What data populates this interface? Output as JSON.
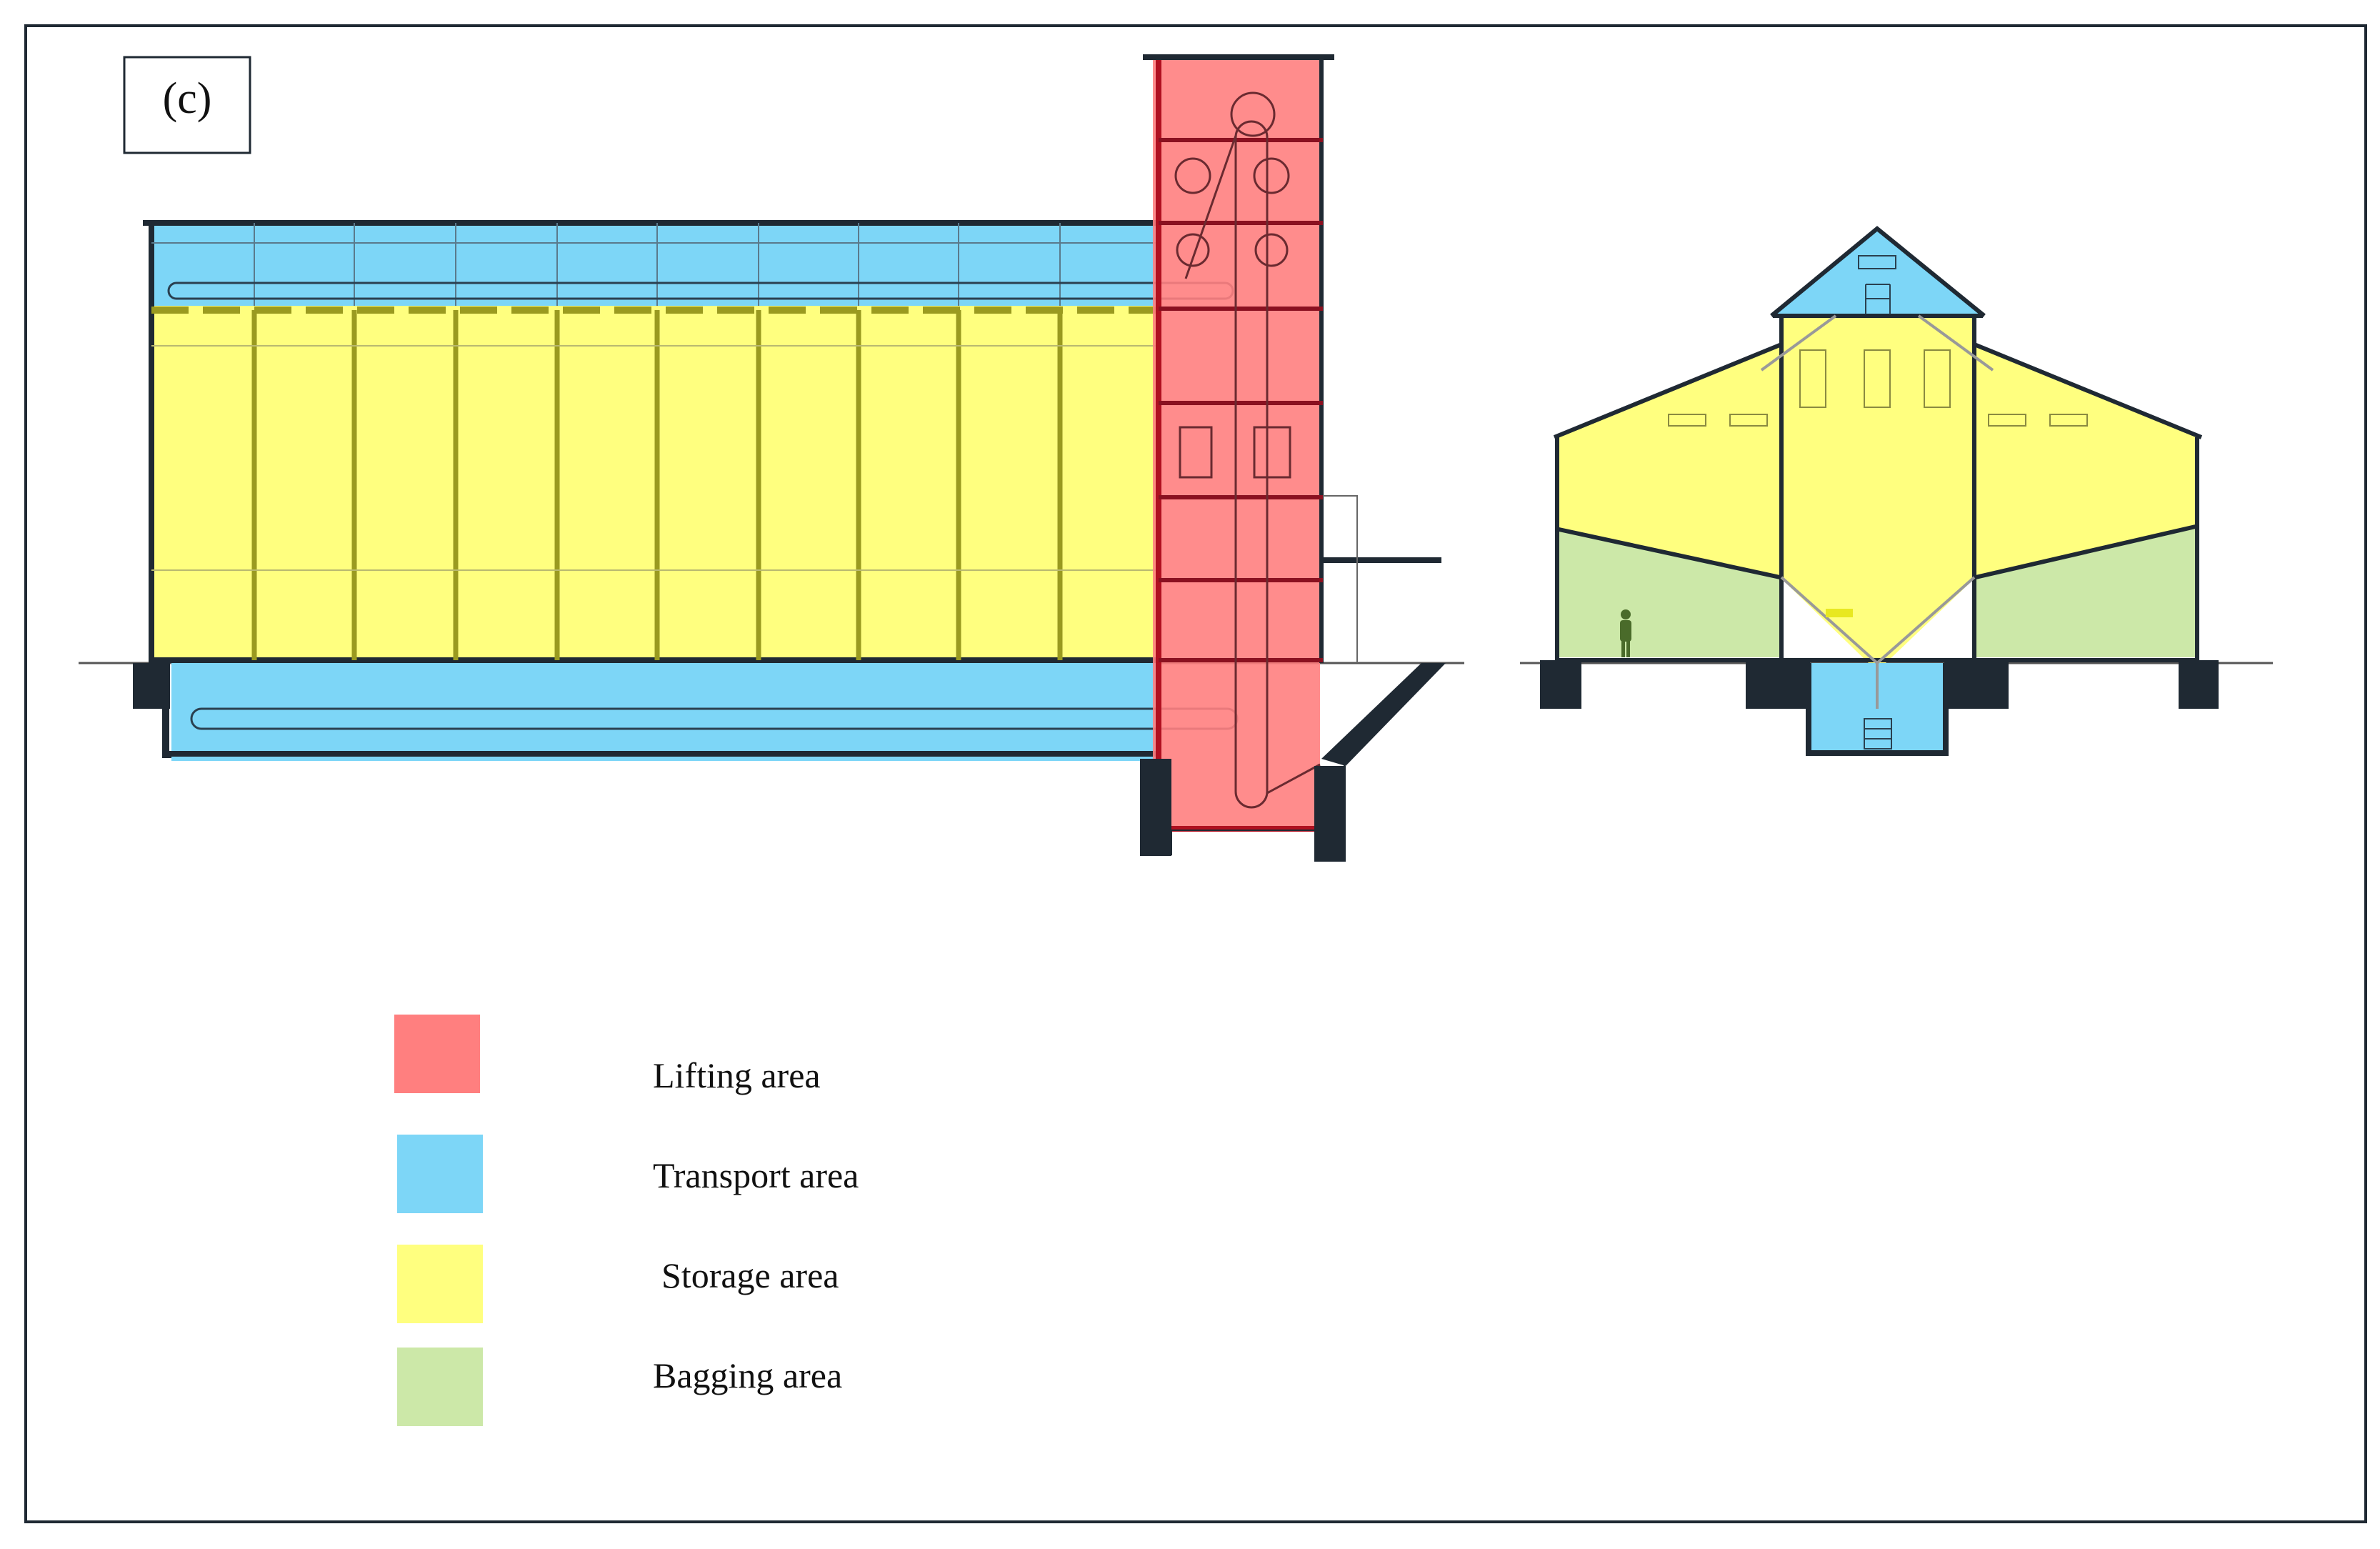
{
  "panel_label": "(c)",
  "legend": [
    {
      "key": "lifting",
      "label": "Lifting area",
      "color": "#ff7f7f"
    },
    {
      "key": "transport",
      "label": "Transport area",
      "color": "#7dd6f7"
    },
    {
      "key": "storage",
      "label": "Storage area",
      "color": "#ffff7f"
    },
    {
      "key": "bagging",
      "label": "Bagging area",
      "color": "#cce8a8"
    }
  ],
  "colors": {
    "line": "#1f2933",
    "lifting_edge": "#b01020",
    "storage_rib": "#9a9a20",
    "figure": "#4a6b2a"
  }
}
